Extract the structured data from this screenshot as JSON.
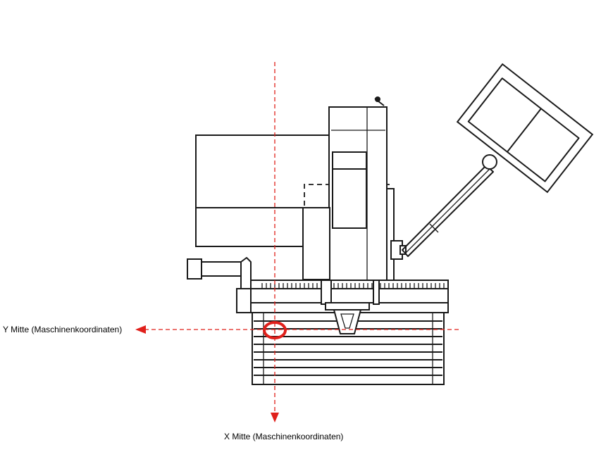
{
  "labels": {
    "y_center": "Y Mitte (Maschinenkoordinaten)",
    "x_center": "X Mitte (Maschinenkoordinaten)"
  },
  "colors": {
    "axis": "#e0201b",
    "marker": "#e0201b",
    "drawing": "#1a1a1a",
    "background": "#ffffff"
  },
  "icons": {
    "marker": "red-ellipse-marker",
    "arrow": "arrowhead"
  }
}
